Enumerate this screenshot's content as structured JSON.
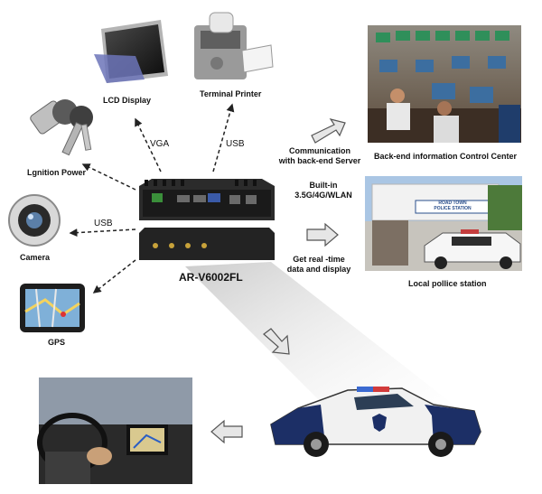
{
  "product": {
    "model": "AR-V6002FL"
  },
  "peripherals": {
    "lcd": {
      "label": "LCD Display",
      "interface": "VGA"
    },
    "printer": {
      "label": "Terminal Printer",
      "interface": "USB"
    },
    "ignition": {
      "label": "Lgnition Power"
    },
    "camera": {
      "label": "Camera",
      "interface": "USB"
    },
    "gps": {
      "label": "GPS"
    }
  },
  "links": {
    "server": {
      "line1": "Communication",
      "line2": "with back-end Server"
    },
    "wireless": {
      "line1": "Built-in",
      "line2": "3.5G/4G/WLAN"
    },
    "realtime": {
      "line1": "Get real -time",
      "line2": "data and display"
    }
  },
  "sites": {
    "control_center": {
      "label": "Back-end information Control Center"
    },
    "police_station": {
      "label": "Local pollice station",
      "sign_line1": "ROAD TOWN",
      "sign_line2": "POLICE STATION"
    }
  },
  "colors": {
    "arrow_fill": "#e6e6e6",
    "arrow_stroke": "#555555",
    "device": "#1c1c1c",
    "beam": "#cfcfcf"
  }
}
